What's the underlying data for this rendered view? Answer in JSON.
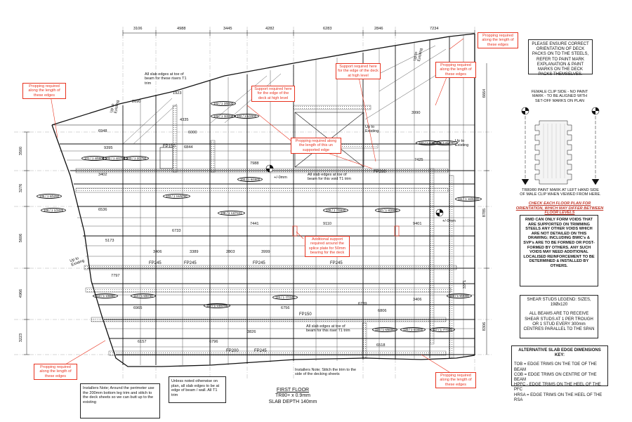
{
  "title": {
    "floor": "FIRST FLOOR",
    "spec": "TR80+ x 0.9mm",
    "slab_depth": "SLAB DEPTH 140mm"
  },
  "top_dimensions": [
    "3106",
    "4988",
    "3445",
    "4282",
    "6283",
    "2846",
    "7234"
  ],
  "left_dimensions": [
    "3500",
    "3276",
    "5606",
    "4966",
    "3223"
  ],
  "right_dimensions": [
    "6664",
    "8785",
    "3371",
    "8306"
  ],
  "inner_dimensions": [
    "2690",
    "1923",
    "4335",
    "6948",
    "6000",
    "9395",
    "6844",
    "3402",
    "5173",
    "6536",
    "6733",
    "7441",
    "7988",
    "3406",
    "3389",
    "2803",
    "3999",
    "7797",
    "6965",
    "6756",
    "6789",
    "6806",
    "3406",
    "3826",
    "6157",
    "6796",
    "6518",
    "3990",
    "7425",
    "9110",
    "9401"
  ],
  "beam_marks": [
    "FP150",
    "FP200",
    "FP245",
    "FP245",
    "FP245",
    "FP245",
    "FP150",
    "FP200",
    "FP245"
  ],
  "deck_tags": [
    "101 / 1 4/6600",
    "102 / 1 4/4750",
    "103 / 1 2/2750",
    "102 / 1 2/8000",
    "102 / 1 3/4335",
    "102 / 1 1/2000",
    "103 / 1 15/6790",
    "104 / 1 9/4600",
    "105 / 1 6/5250",
    "106 / 1 1/3425",
    "107 / 1 4/4005",
    "108 / 1 13/7441",
    "109 / 1 7/5640",
    "110 / 1 8/2990",
    "111 / 1 16/6100",
    "112 / 1 14/8796",
    "113 / 1 1/6980",
    "114 / 1 6/6730",
    "115 / 1 7/7441",
    "116 / 1 6/6000",
    "117 / 1 7/7425",
    "118 / 1 6/4090",
    "119 / 1 9/4009",
    "120 / 1 4/3000"
  ],
  "notes": {
    "orientation": "PLEASE ENSURE CORRECT ORIENTATION OF DECK PACKS ON TO THE STEELS, REFER TO PAINT MARK EXPLANATION & PAINT MARKS ON THE DECK PACKS THEMSELVES.",
    "female_clip": "FEMALE CLIP SIDE - NO PAINT MARK - TO BE ALIGNED WITH SET-OFF MARKS ON PLAN",
    "paint_mark": "TR80/80 PAINT MARK AT LEFT HAND SIDE OF MALE CLIP WHEN VIEWED FROM HERE.",
    "check_plan": "CHECK EACH FLOOR PLAN FOR ORIENTATION, WHICH MAY DIFFER BETWEEN FLOOR LEVELS",
    "rmd": "RMD CAN ONLY FORM VOIDS THAT ARE SUPPORTED ON TRIMMING STEELS ANY OTHER VOIDS WHICH ARE NOT DETAILED ON THIS DRAWING; INCLUDING BWIC's & SVP's ARE TO BE FORMED OR POST-FORMED BY OTHERS. ANY SUCH VOIDS MAY NEED ADDITIONAL LOCALISED REINFORCEMENT TO BE DETERMINED & INSTALLED BY OTHERS.",
    "shear_studs_1": "SHEAR STUDS LEGEND: SIZES, 19Øx120",
    "shear_studs_2": "ALL BEAMS ARE TO RECEIVE SHEAR STUDS AT 1 PER TROUGH OR 1 STUD EVERY 300mm CENTRES PARALLEL TO THE SPAN",
    "alt_title": "ALTERNATIVE SLAB EDGE DIMENSIONS KEY:",
    "alt_lines": [
      "TOB = EDGE TRIMS ON THE TOE OF THE BEAM",
      "COB = EDGE TRIMS ON CENTRE OF THE BEAM",
      "HPFC - EDGE TRIMS ON THE HEEL OF THE PFC",
      "HRSA = EDGE TRIMS ON THE HEEL OF THE RSA"
    ],
    "installers_1": "Installers Note; Around the perimeter use the 200mm bottom leg trim and stitch to the deck sheets so we can butt up to the existing",
    "unless_noted": "Unless noted otherwise on plan, all slab edges to be at edge of beam / wall. All T1 trim",
    "installers_2": "Installers Note; Stitch the trim to the side of the decking sheets",
    "toe_risers": "All slab edges at toe of beam for these risers T1 trim",
    "toe_void": "All slab edges at toe of beam for this void T1 trim",
    "toe_riser": "All slab edges at toe of beam for this riser T1 trim",
    "up_to_existing": "Up to Existing",
    "level_mark": "+/-0mm"
  },
  "red_notes": {
    "prop_top_right": "Propping required along the length of these edges",
    "prop_left": "Propping required along the length of these edges",
    "support_high_1": "Support required here for the edge of the deck at high level",
    "support_high_2": "Support required here for the edge of the deck at high level",
    "prop_unsupported": "Propping required along the length of this un supported edge",
    "prop_right": "Propping required along the length of these edges",
    "additional_support": "Additional support required around the splice plate for 50mm bearing for the deck",
    "prop_bottom_left": "Propping required along the length of these edges",
    "prop_bottom_right": "Propping required along the length of these edges"
  },
  "colors": {
    "line": "#111111",
    "red": "#e8321e",
    "grid": "#9a9a9a",
    "hatch": "#555555"
  }
}
